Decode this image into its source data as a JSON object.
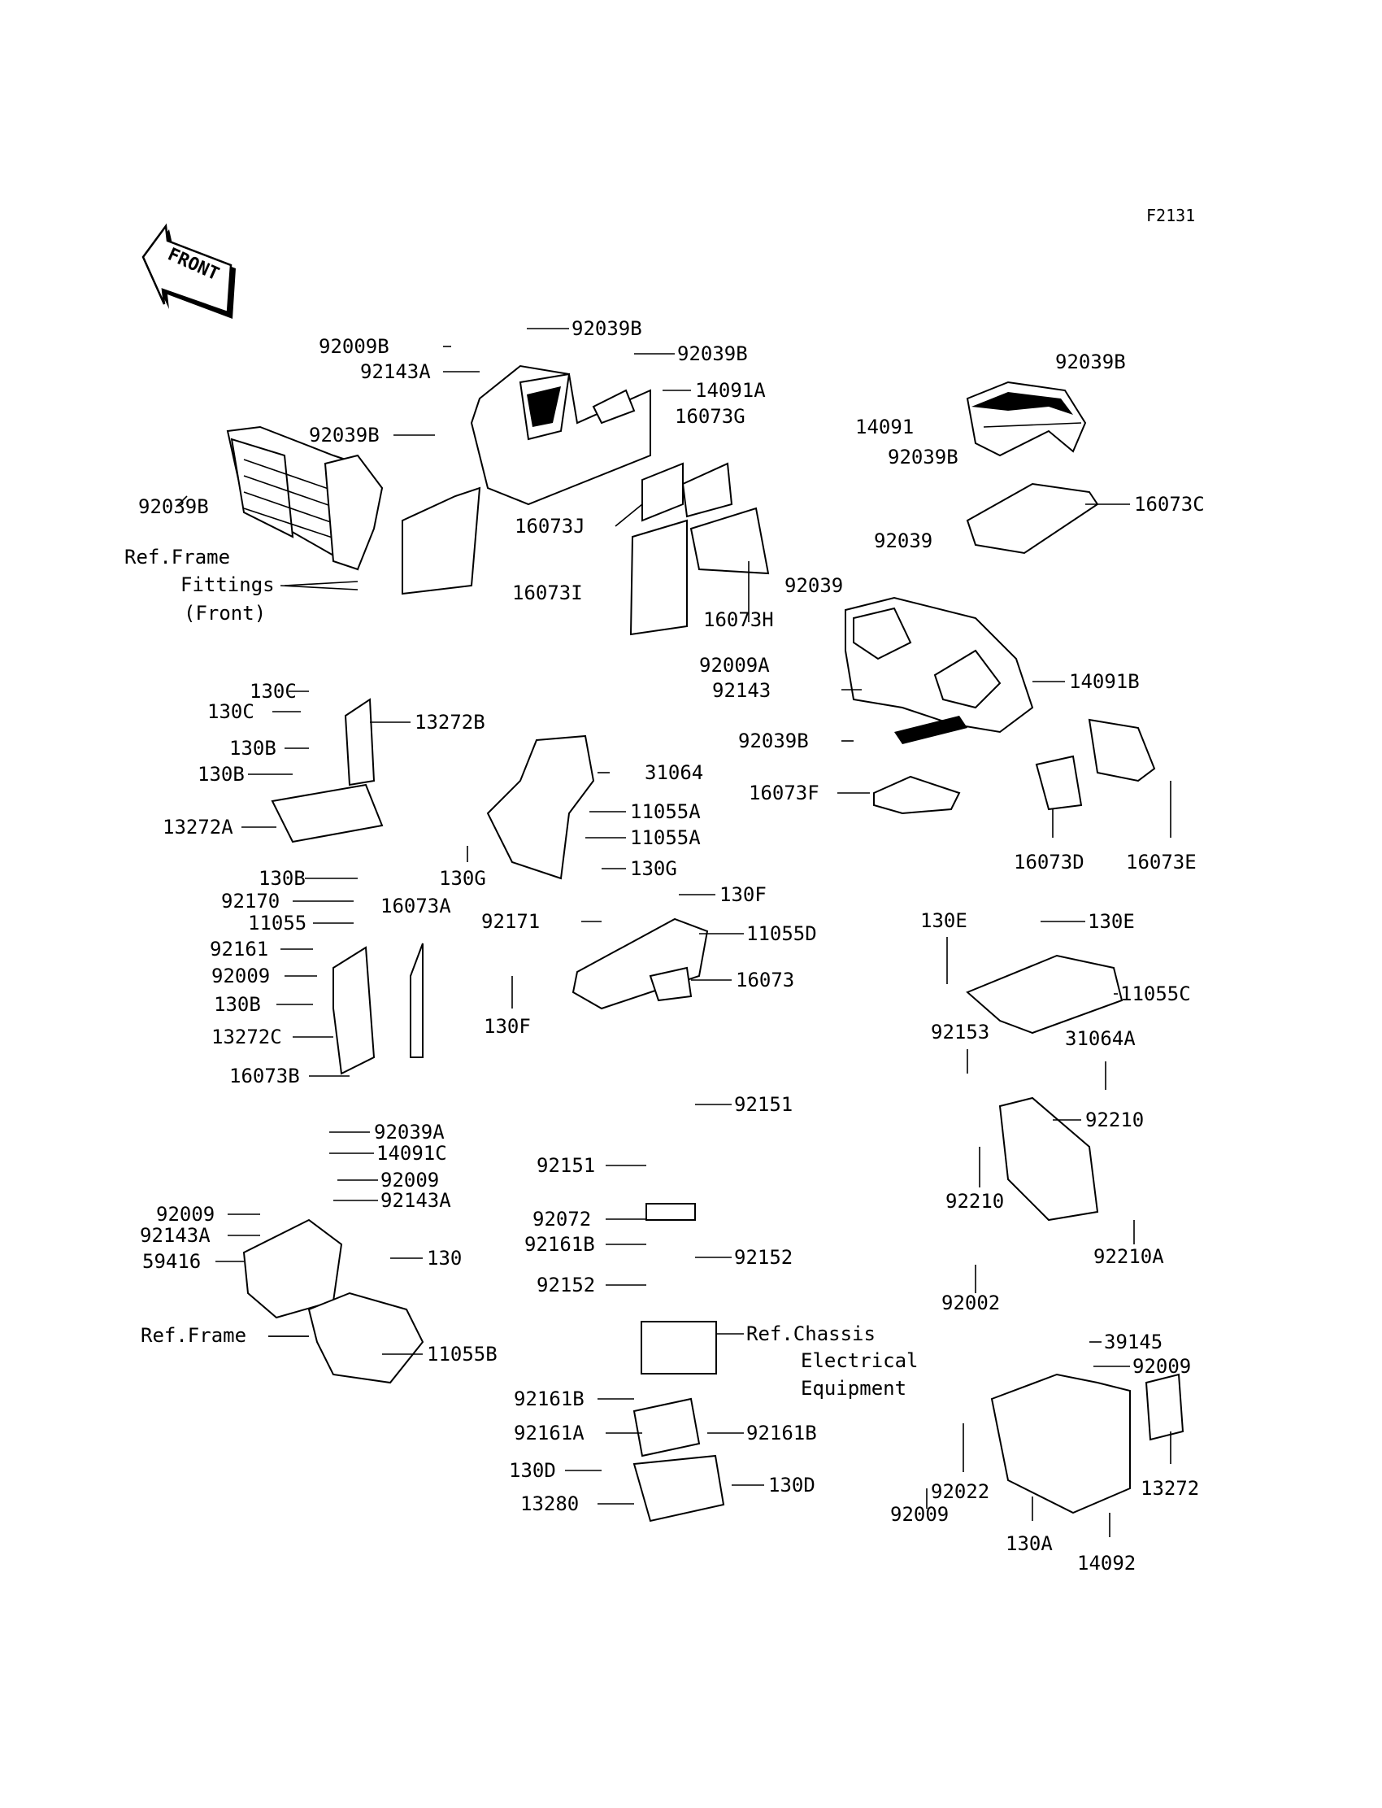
{
  "figure_code": "F2131",
  "front_arrow_label": "FRONT",
  "references": [
    {
      "id": "ref-frame-fittings",
      "lines": [
        "Ref.Frame",
        "Fittings",
        "(Front)"
      ]
    },
    {
      "id": "ref-frame",
      "lines": [
        "Ref.Frame"
      ]
    },
    {
      "id": "ref-chassis",
      "lines": [
        "Ref.Chassis",
        "Electrical",
        "Equipment"
      ]
    }
  ],
  "part_labels": [
    "92039B",
    "92009B",
    "92039B",
    "92143A",
    "14091A",
    "16073G",
    "92039B",
    "92039B",
    "16073J",
    "16073I",
    "16073H",
    "92039B",
    "14091",
    "92039B",
    "16073C",
    "92039",
    "92039",
    "92009A",
    "92143",
    "14091B",
    "92039B",
    "16073F",
    "16073D",
    "16073E",
    "130C",
    "130C",
    "13272B",
    "130B",
    "130B",
    "13272A",
    "31064",
    "11055A",
    "11055A",
    "130G",
    "130G",
    "130B",
    "92170",
    "11055",
    "16073A",
    "92161",
    "92009",
    "130B",
    "13272C",
    "16073B",
    "130F",
    "92171",
    "11055D",
    "16073",
    "130F",
    "130E",
    "130E",
    "11055C",
    "92153",
    "31064A",
    "92210",
    "92210",
    "92002",
    "92210A",
    "92039A",
    "14091C",
    "92009",
    "92143A",
    "92009",
    "92143A",
    "59416",
    "130",
    "11055B",
    "92151",
    "92151",
    "92072",
    "92161B",
    "92152",
    "92152",
    "92161B",
    "92161A",
    "92161B",
    "130D",
    "130D",
    "13280",
    "39145",
    "92009",
    "13272",
    "92022",
    "92009",
    "130A",
    "14092"
  ]
}
